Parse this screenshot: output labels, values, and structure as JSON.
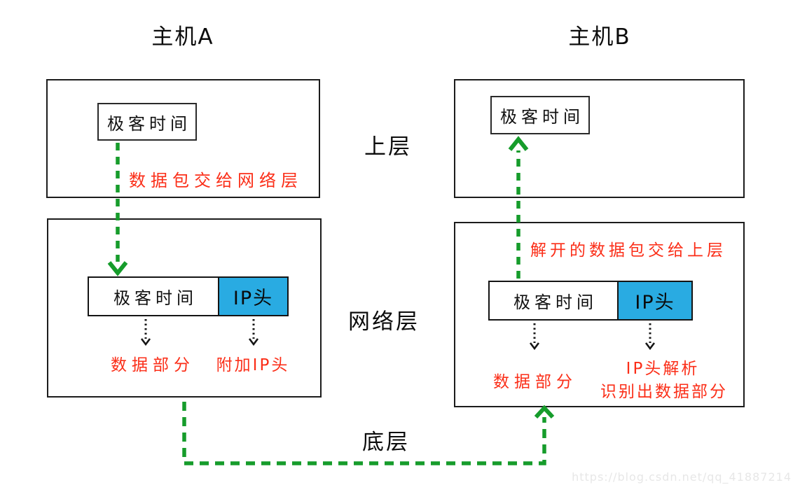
{
  "colors": {
    "green": "#169c2b",
    "red": "#fb2e18",
    "blue": "#29abe2",
    "watermark": "#e7e7e7"
  },
  "titles": {
    "host_a": "主机A",
    "host_b": "主机B"
  },
  "layer_labels": {
    "upper": "上层",
    "network": "网络层",
    "bottom": "底层"
  },
  "host_a": {
    "app_box_label": "极客时间",
    "note_packet_to_network": "数据包交给网络层",
    "packet_payload": "极客时间",
    "packet_header": "IP头",
    "label_data_part": "数据部分",
    "label_attach_ip": "附加IP头"
  },
  "host_b": {
    "app_box_label": "极客时间",
    "note_unpacked_to_upper": "解开的数据包交给上层",
    "packet_payload": "极客时间",
    "packet_header": "IP头",
    "label_data_part": "数据部分",
    "label_ip_parse": "IP头解析",
    "label_identify_data": "识别出数据部分"
  },
  "watermark": "https://blog.csdn.net/qq_41887214"
}
